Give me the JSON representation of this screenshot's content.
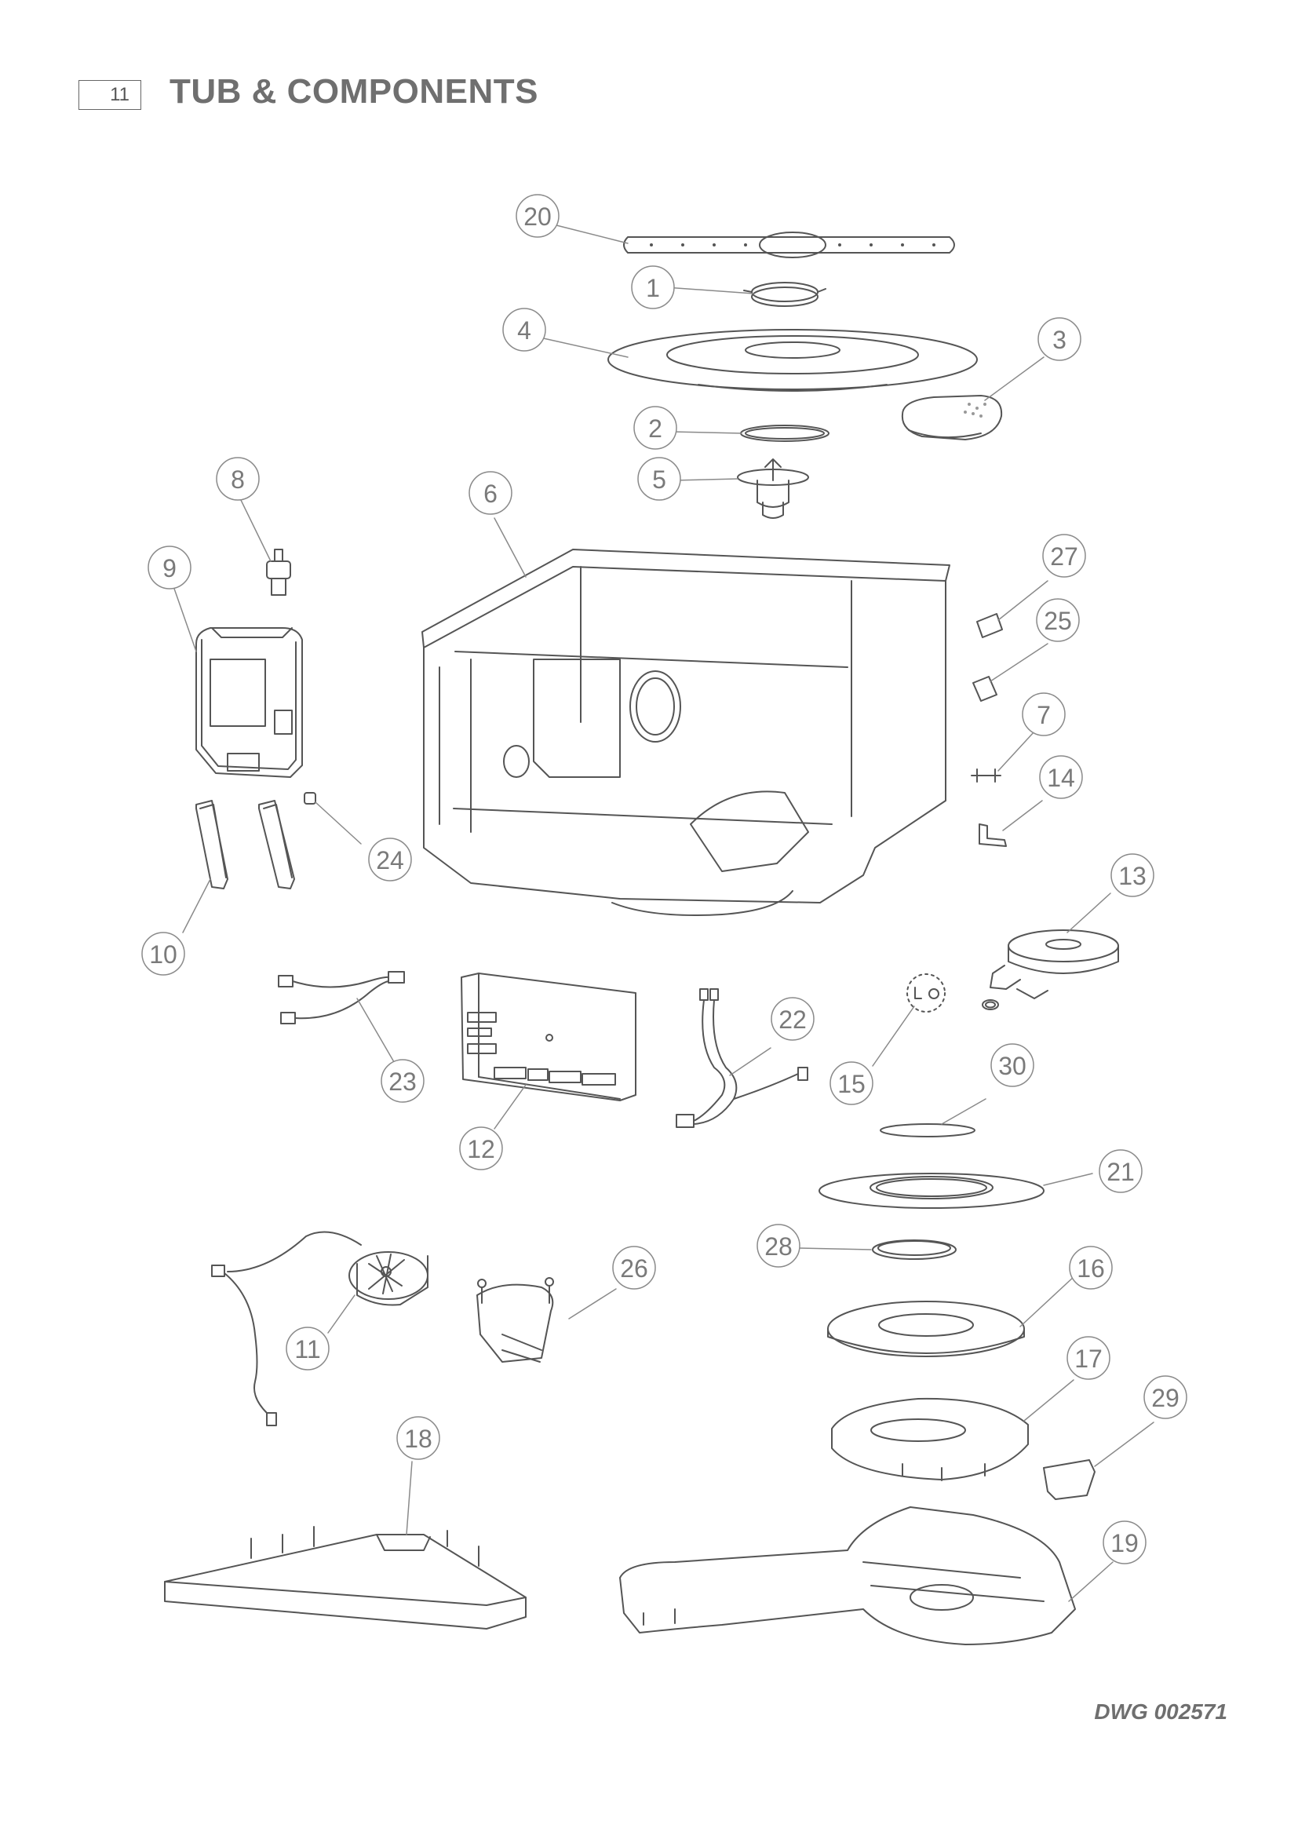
{
  "header": {
    "page_number": "11",
    "title": "TUB & COMPONENTS"
  },
  "footer": {
    "drawing_number": "DWG 002571"
  },
  "callouts": [
    "20",
    "1",
    "4",
    "3",
    "2",
    "5",
    "8",
    "6",
    "27",
    "9",
    "25",
    "7",
    "14",
    "24",
    "13",
    "10",
    "23",
    "22",
    "15",
    "30",
    "12",
    "21",
    "28",
    "11",
    "26",
    "16",
    "17",
    "29",
    "18",
    "19"
  ],
  "colors": {
    "line": "#555555",
    "callout": "#8a8a8a",
    "text": "#6f6f6f"
  }
}
